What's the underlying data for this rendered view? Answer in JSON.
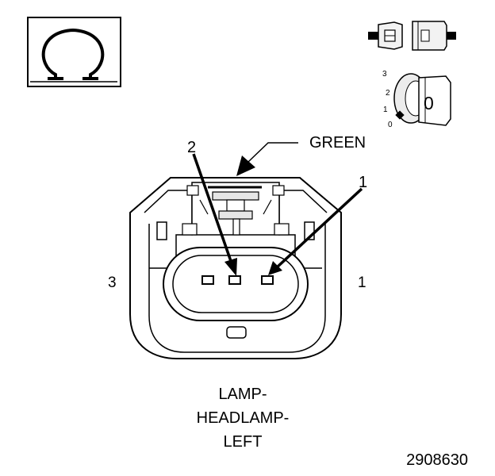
{
  "symbol_box": {
    "icon": "ohm-symbol"
  },
  "ignition": {
    "positions": [
      "3",
      "2",
      "1",
      "0"
    ],
    "key_label": "0",
    "icons": [
      "disconnected-connector-icon",
      "ignition-key-icon"
    ]
  },
  "connector": {
    "color_label": "GREEN",
    "callout_top": "2",
    "callout_right": "1",
    "cavity_left": "3",
    "cavity_right": "1"
  },
  "caption": {
    "line1": "LAMP-",
    "line2": "HEADLAMP-",
    "line3": "LEFT"
  },
  "figure_id": "2908630",
  "colors": {
    "ink": "#000000",
    "paper": "#ffffff",
    "shade": "#e6e6e6"
  }
}
